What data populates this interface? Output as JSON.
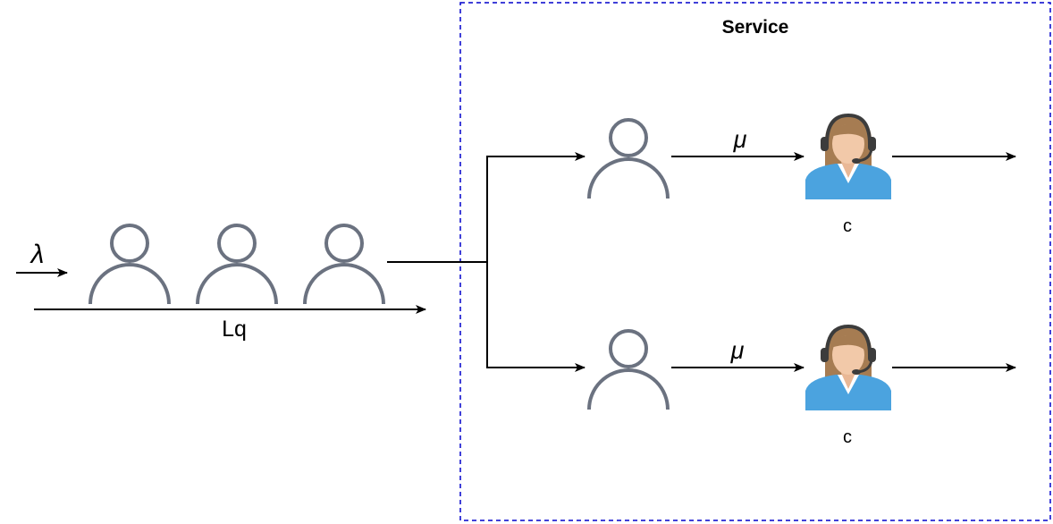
{
  "service_box": {
    "title": "Service",
    "border_color": "#0000CC"
  },
  "queue": {
    "arrival_label": "λ",
    "queue_length_label": "Lq",
    "customer_count": 3
  },
  "servers": [
    {
      "rate_label": "μ",
      "server_label": "c"
    },
    {
      "rate_label": "μ",
      "server_label": "c"
    }
  ],
  "colors": {
    "person_stroke": "#6B7280",
    "agent_shirt": "#4BA3DF",
    "agent_hair": "#A67C52",
    "agent_skin": "#F2C9A9",
    "headset": "#3C3C3C"
  },
  "icons": [
    "person-icon",
    "call-center-agent-icon"
  ]
}
